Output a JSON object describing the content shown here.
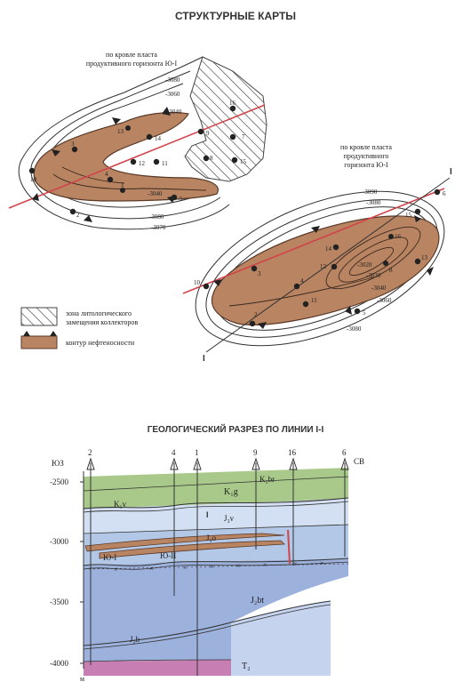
{
  "header": {
    "title": "СТРУКТУРНЫЕ КАРТЫ"
  },
  "map1": {
    "caption_line1": "по кровле пласта",
    "caption_line2": "продуктивного горизонта Ю-I",
    "contours": [
      "-3080",
      "-3060",
      "-3040",
      "-3040",
      "-3080",
      "-3070"
    ],
    "wells": [
      "10",
      "2",
      "3",
      "13",
      "14",
      "12",
      "4",
      "1",
      "5",
      "11",
      "9",
      "8",
      "7",
      "15",
      "16"
    ]
  },
  "map2": {
    "caption_line1": "по кровле пласта",
    "caption_line2": "продуктивного",
    "caption_line3": "горизонта Ю-I",
    "contours": [
      "-3090",
      "-3080",
      "-3020",
      "-3030",
      "-3040",
      "-3060",
      "-3080"
    ],
    "wells": [
      "6",
      "15",
      "16",
      "14",
      "12",
      "3",
      "8",
      "13",
      "10",
      "4",
      "11",
      "5",
      "2"
    ],
    "line_markers": [
      "I",
      "I"
    ]
  },
  "legend": {
    "item1_line1": "зона литологического",
    "item1_line2": "замещения коллекторов",
    "item2": "контур нефтеносности"
  },
  "section": {
    "title": "ГЕОЛОГИЧЕСКИЙ РАЗРЕЗ ПО ЛИНИИ I-I",
    "left_dir": "ЮЗ",
    "right_dir": "СВ",
    "depths": [
      "-2500",
      "-3000",
      "-3500",
      "-4000"
    ],
    "unit": "м",
    "wells": [
      "2",
      "4",
      "1",
      "9",
      "16",
      "6"
    ],
    "layers": [
      "K₁br",
      "K₁g",
      "K₁v",
      "J₃v",
      "J₃o",
      "Ю-I",
      "Ю-II",
      "J₂bt",
      "J₂b",
      "T₂"
    ],
    "marker_I": "I"
  },
  "colors": {
    "oil": "#b88462",
    "oil_dark": "#7a4d34",
    "green": "#a9c98a",
    "light_blue": "#d3dff2",
    "mid_blue": "#b3c8e6",
    "deep_blue": "#9cb1dc",
    "magenta": "#c77fb3",
    "fault": "#d0454a"
  }
}
